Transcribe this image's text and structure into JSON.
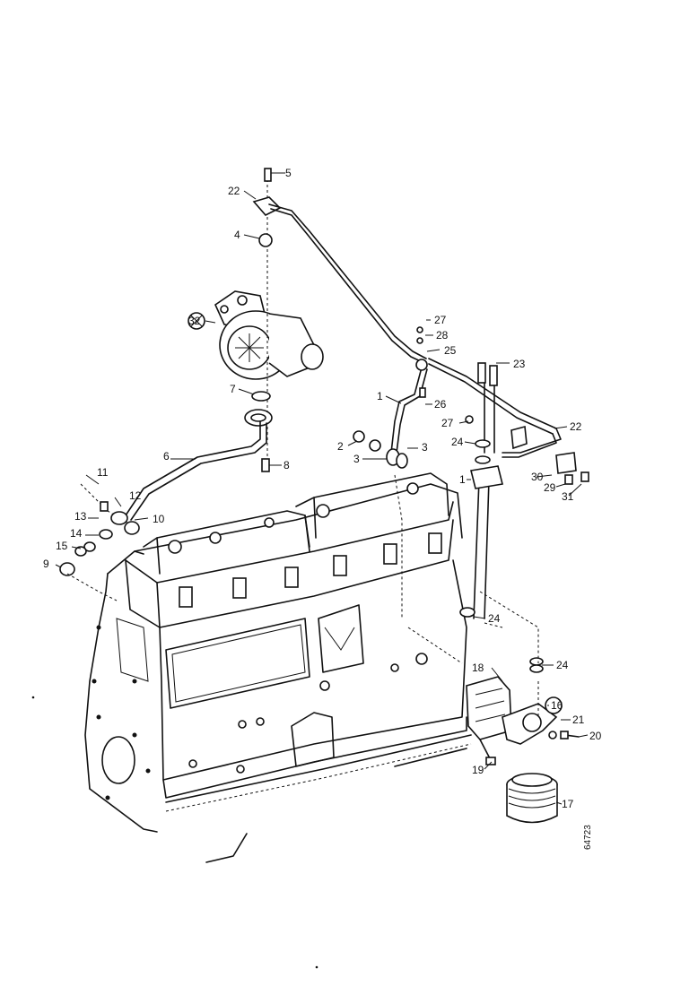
{
  "labels": {
    "l1a": "1",
    "l1b": "1",
    "l2": "2",
    "l3a": "3",
    "l3b": "3",
    "l4": "4",
    "l5": "5",
    "l6": "6",
    "l7": "7",
    "l8": "8",
    "l9": "9",
    "l10": "10",
    "l11": "11",
    "l12": "12",
    "l13": "13",
    "l14": "14",
    "l15": "15",
    "l16": "16",
    "l17": "17",
    "l18": "18",
    "l19": "19",
    "l20": "20",
    "l21": "21",
    "l22a": "22",
    "l22b": "22",
    "l23": "23",
    "l24a": "24",
    "l24b": "24",
    "l24c": "24",
    "l25": "25",
    "l26": "26",
    "l27a": "27",
    "l27b": "27",
    "l28": "28",
    "l29": "29",
    "l30": "30",
    "l31": "31",
    "l32": "32"
  },
  "drawing_code": "64723"
}
